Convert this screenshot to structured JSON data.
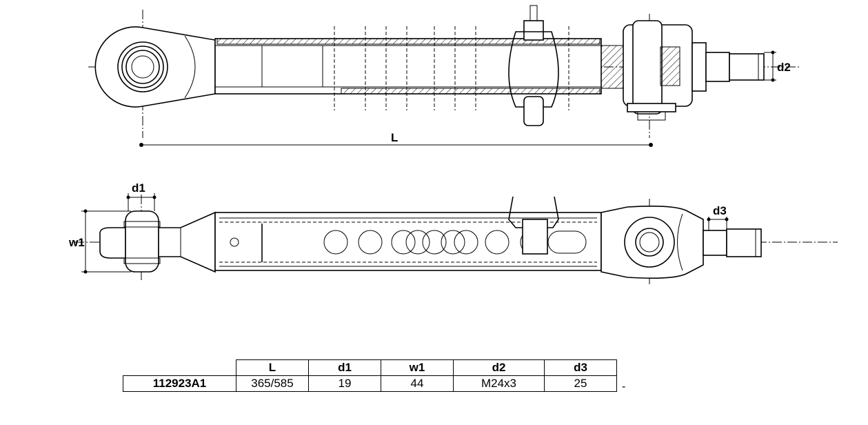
{
  "drawing": {
    "dimension_labels": {
      "L": "L",
      "d1": "d1",
      "w1": "w1",
      "d2": "d2",
      "d3": "d3"
    }
  },
  "table": {
    "headers": [
      "L",
      "d1",
      "w1",
      "d2",
      "d3"
    ],
    "rows": [
      {
        "code": "112923A1",
        "values": [
          "365/585",
          "19",
          "44",
          "M24x3",
          "25"
        ]
      }
    ],
    "trailing_mark": "-"
  }
}
